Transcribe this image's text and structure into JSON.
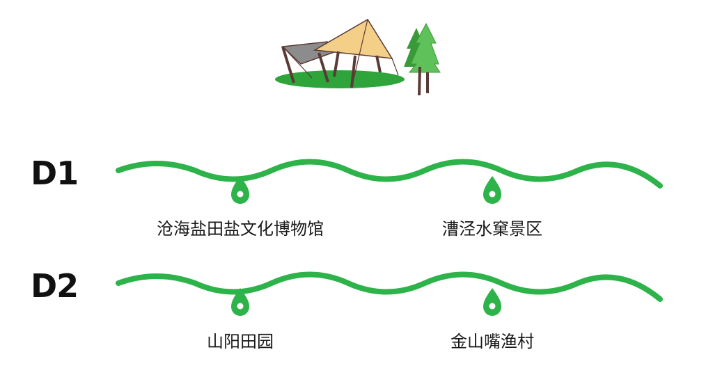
{
  "colors": {
    "route_green": "#2db34a",
    "grass_green": "#2ea43a",
    "tent_yellow": "#f3cf87",
    "tent_gray": "#8c8c8c",
    "pole_brown": "#5a3a36",
    "tree_green_dark": "#3a9a3a",
    "tree_green_light": "#5fc15a",
    "text_dark": "#111111"
  },
  "illustration": {
    "icon": "camping-tent-icon",
    "tree_icon": "pine-trees-icon"
  },
  "itinerary": [
    {
      "day": "D1",
      "stops": [
        {
          "name": "沧海盐田盐文化博物馆",
          "icon": "location-drop-icon"
        },
        {
          "name": "漕泾水窠景区",
          "icon": "location-drop-icon"
        }
      ]
    },
    {
      "day": "D2",
      "stops": [
        {
          "name": "山阳田园",
          "icon": "location-drop-icon"
        },
        {
          "name": "金山嘴渔村",
          "icon": "location-drop-icon"
        }
      ]
    }
  ]
}
